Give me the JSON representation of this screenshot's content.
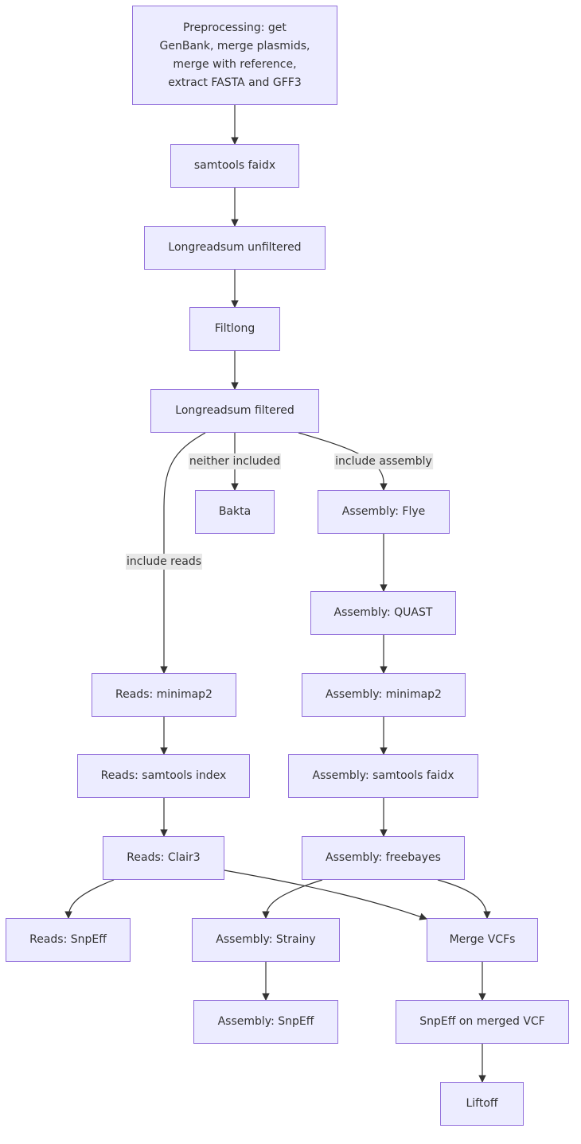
{
  "colors": {
    "node_fill": "#ececff",
    "node_border": "#9370db",
    "text": "#333333",
    "edge": "#333333",
    "edge_label_bg": "#e8e8e8"
  },
  "nodes": {
    "preprocessing": "Preprocessing: get\nGenBank, merge plasmids,\nmerge with reference,\nextract FASTA and GFF3",
    "samtools_faidx": "samtools faidx",
    "longreadsum_unfiltered": "Longreadsum unfiltered",
    "filtlong": "Filtlong",
    "longreadsum_filtered": "Longreadsum filtered",
    "bakta": "Bakta",
    "assembly_flye": "Assembly: Flye",
    "assembly_quast": "Assembly: QUAST",
    "assembly_minimap2": "Assembly: minimap2",
    "assembly_samtools_faidx": "Assembly: samtools faidx",
    "assembly_freebayes": "Assembly: freebayes",
    "reads_minimap2": "Reads: minimap2",
    "reads_samtools_index": "Reads: samtools index",
    "reads_clair3": "Reads: Clair3",
    "reads_snpeff": "Reads: SnpEff",
    "assembly_strainy": "Assembly: Strainy",
    "assembly_snpeff": "Assembly: SnpEff",
    "merge_vcfs": "Merge VCFs",
    "snpeff_merged": "SnpEff on merged VCF",
    "liftoff": "Liftoff"
  },
  "edge_labels": {
    "neither_included": "neither included",
    "include_assembly": "include assembly",
    "include_reads": "include reads"
  },
  "edges": [
    [
      "preprocessing",
      "samtools_faidx"
    ],
    [
      "samtools_faidx",
      "longreadsum_unfiltered"
    ],
    [
      "longreadsum_unfiltered",
      "filtlong"
    ],
    [
      "filtlong",
      "longreadsum_filtered"
    ],
    [
      "longreadsum_filtered",
      "bakta",
      "neither_included"
    ],
    [
      "longreadsum_filtered",
      "assembly_flye",
      "include_assembly"
    ],
    [
      "longreadsum_filtered",
      "reads_minimap2",
      "include_reads"
    ],
    [
      "assembly_flye",
      "assembly_quast"
    ],
    [
      "assembly_quast",
      "assembly_minimap2"
    ],
    [
      "assembly_minimap2",
      "assembly_samtools_faidx"
    ],
    [
      "assembly_samtools_faidx",
      "assembly_freebayes"
    ],
    [
      "reads_minimap2",
      "reads_samtools_index"
    ],
    [
      "reads_samtools_index",
      "reads_clair3"
    ],
    [
      "reads_clair3",
      "reads_snpeff"
    ],
    [
      "reads_clair3",
      "merge_vcfs"
    ],
    [
      "assembly_freebayes",
      "assembly_strainy"
    ],
    [
      "assembly_freebayes",
      "merge_vcfs"
    ],
    [
      "assembly_strainy",
      "assembly_snpeff"
    ],
    [
      "merge_vcfs",
      "snpeff_merged"
    ],
    [
      "snpeff_merged",
      "liftoff"
    ]
  ]
}
